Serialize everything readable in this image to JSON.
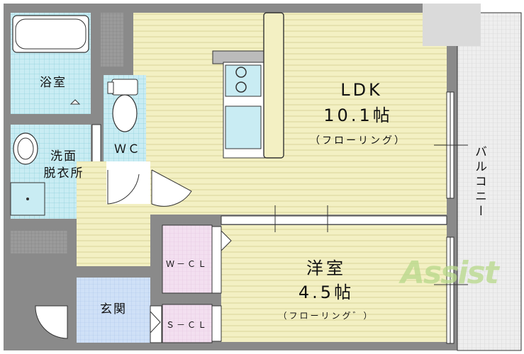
{
  "rooms": {
    "ldk": {
      "name": "LDK",
      "size": "10.1帖",
      "floor": "（フローリング）"
    },
    "western": {
      "name": "洋室",
      "size": "4.5帖",
      "floor": "（フローリング゛）"
    },
    "bath": {
      "name": "浴室"
    },
    "washroom": {
      "line1": "洗面",
      "line2": "脱衣所"
    },
    "wc": {
      "name": "ＷＣ"
    },
    "wcl": {
      "name": "Ｗ－ＣＬ"
    },
    "scl": {
      "name": "Ｓ－ＣＬ"
    },
    "entrance": {
      "name": "玄関"
    },
    "balcony": {
      "name": "バルコニー"
    }
  },
  "logo": {
    "text": "Assist"
  },
  "colors": {
    "wall": "#8a8a8a",
    "floor_wood": "#f3f0c3",
    "wet_area": "#c9ecf3",
    "closet": "#f3dff0",
    "entrance": "#cfe0f7",
    "balcony": "#eeeeee",
    "outline": "#333333"
  }
}
